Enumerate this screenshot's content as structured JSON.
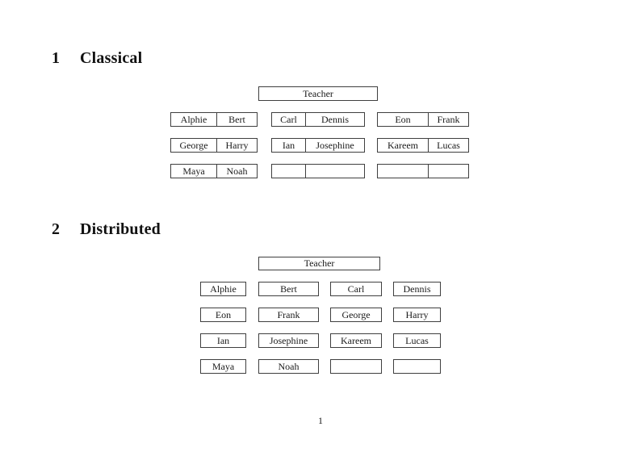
{
  "document": {
    "page_number": "1",
    "background": "#ffffff",
    "ink_color": "#1a1a1a",
    "border_color": "#3f3f3f"
  },
  "classical": {
    "heading_number": "1",
    "heading_title": "Classical",
    "teacher_label": "Teacher",
    "rows": [
      [
        [
          "Alphie",
          "Bert"
        ],
        [
          "Carl",
          "Dennis"
        ],
        [
          "Eon",
          "Frank"
        ]
      ],
      [
        [
          "George",
          "Harry"
        ],
        [
          "Ian",
          "Josephine"
        ],
        [
          "Kareem",
          "Lucas"
        ]
      ],
      [
        [
          "Maya",
          "Noah"
        ],
        [
          "",
          ""
        ],
        [
          "",
          ""
        ]
      ]
    ]
  },
  "distributed": {
    "heading_number": "2",
    "heading_title": "Distributed",
    "teacher_label": "Teacher",
    "rows": [
      [
        "Alphie",
        "Bert",
        "Carl",
        "Dennis"
      ],
      [
        "Eon",
        "Frank",
        "George",
        "Harry"
      ],
      [
        "Ian",
        "Josephine",
        "Kareem",
        "Lucas"
      ],
      [
        "Maya",
        "Noah",
        "",
        ""
      ]
    ]
  }
}
